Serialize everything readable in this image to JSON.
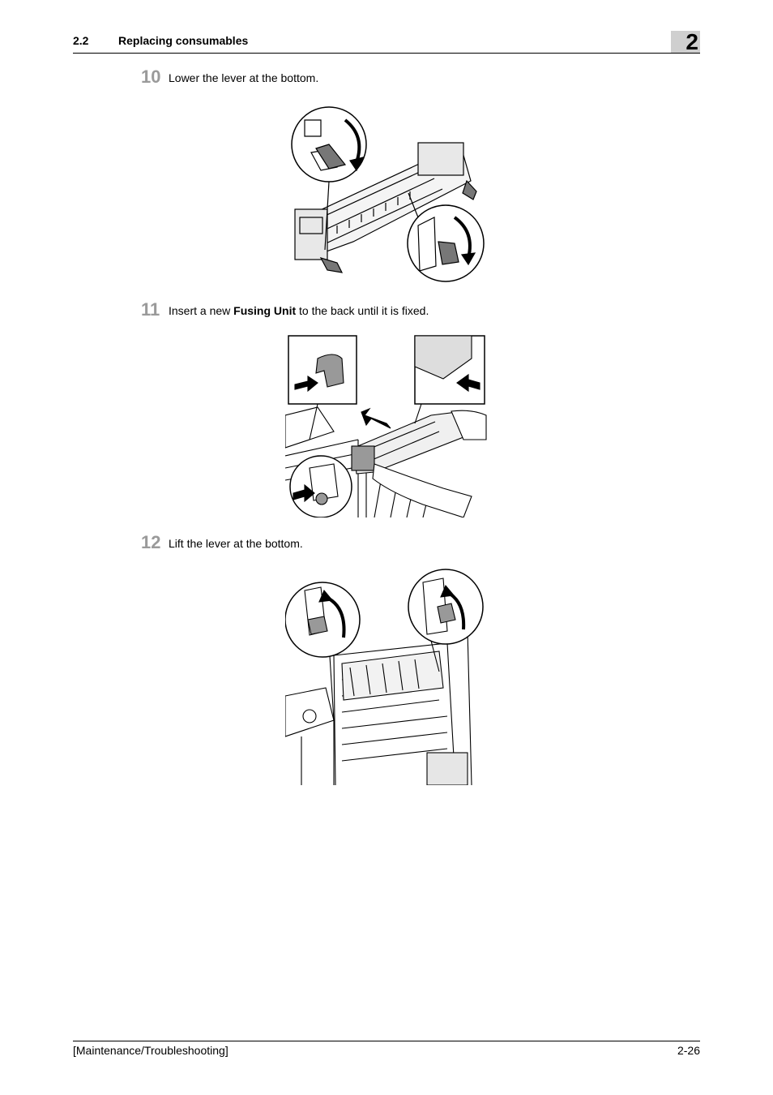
{
  "header": {
    "section_number": "2.2",
    "section_title": "Replacing consumables",
    "chapter": "2"
  },
  "steps": [
    {
      "number": "10",
      "text": "Lower the lever at the bottom."
    },
    {
      "number": "11",
      "text_before": "Insert a new ",
      "text_bold": "Fusing Unit",
      "text_after": " to the back until it is fixed."
    },
    {
      "number": "12",
      "text": "Lift the lever at the bottom."
    }
  ],
  "footer": {
    "left": "[Maintenance/Troubleshooting]",
    "right": "2-26"
  }
}
